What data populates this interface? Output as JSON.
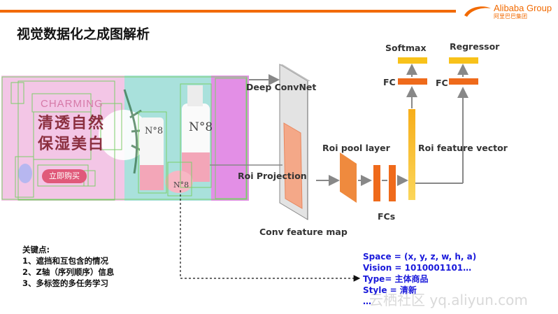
{
  "slide_title": "视觉数据化之成图解析",
  "logo": {
    "name": "Alibaba Group",
    "sub": "阿里巴巴集团"
  },
  "banner": {
    "brand_text": "CHARMING",
    "slogan_line1": "清透自然",
    "slogan_line2": "保湿美白",
    "button": "立即购买",
    "product_mark": "N°8"
  },
  "diagram": {
    "deep_convnet": "Deep ConvNet",
    "roi_projection": "Roi Projection",
    "conv_feature_map": "Conv feature map",
    "roi_pool_layer": "Roi pool layer",
    "fcs": "FCs",
    "roi_feature_vector": "Roi feature vector",
    "softmax": "Softmax",
    "regressor": "Regressor",
    "fc_left": "FC",
    "fc_right": "FC"
  },
  "key_points": {
    "heading": "关键点:",
    "items": [
      "1、遮挡和互包含的情况",
      "2、Z轴（序列顺序）信息",
      "3、多标签的多任务学习"
    ]
  },
  "attributes": [
    "Space = (x, y, z, w, h, a)",
    "Vision = 1010001101…",
    "Type= 主体商品",
    "Style = 清新",
    "…"
  ],
  "watermark": "云栖社区 yq.aliyun.com",
  "colors": {
    "accent": "#f26a00",
    "fc_orange": "#ef6a1b",
    "softmax_yellow": "#f8c21a",
    "text_blue": "#1a1adb"
  }
}
